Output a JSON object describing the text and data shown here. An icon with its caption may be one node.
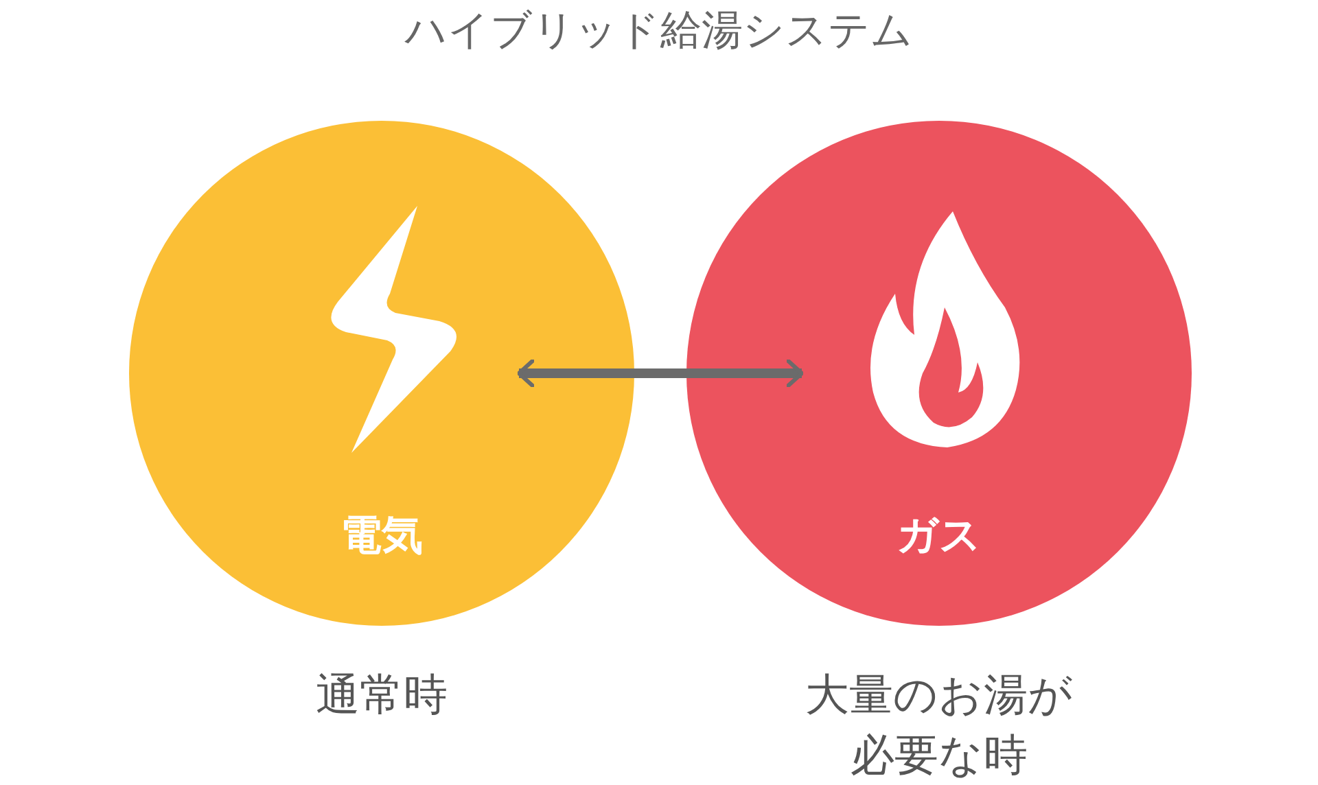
{
  "diagram": {
    "title": "ハイブリッド給湯システム",
    "nodes": [
      {
        "text": [
          "電気"
        ],
        "beside": [
          "通常時"
        ]
      },
      {
        "text": [
          "ガス"
        ],
        "beside": [
          "大量のお湯が必要な時"
        ]
      }
    ],
    "edges": [
      {
        "from": 0,
        "to": 1,
        "arrow": "both"
      }
    ]
  }
}
